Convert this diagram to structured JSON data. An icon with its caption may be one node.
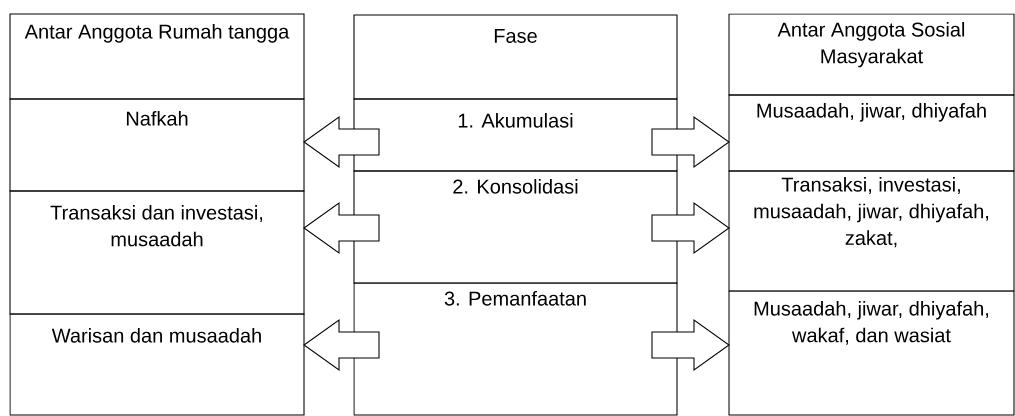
{
  "diagram": {
    "nodes": [
      {
        "text": [
          "Antar Anggota Rumah tangga"
        ]
      },
      {
        "text": [
          "Nafkah"
        ]
      },
      {
        "text": [
          "Transaksi dan investasi, musaadah"
        ]
      },
      {
        "text": [
          "Warisan dan musaadah"
        ]
      },
      {
        "text": [
          "Fase"
        ]
      },
      {
        "text": [
          "1. Akumulasi"
        ]
      },
      {
        "text": [
          "2. Konsolidasi"
        ]
      },
      {
        "text": [
          "3. Pemanfaatan"
        ]
      },
      {
        "text": [
          "Antar Anggota Sosial Masyarakat"
        ]
      },
      {
        "text": [
          "Musaadah, jiwar, dhiyafah"
        ]
      },
      {
        "text": [
          "Transaksi, investasi, musaadah, jiwar, dhiyafah, zakat,"
        ]
      },
      {
        "text": [
          "Musaadah, jiwar, dhiyafah, wakaf, dan wasiat"
        ]
      }
    ],
    "edges": [
      {
        "from": 5,
        "to": 1,
        "arrow": "to"
      },
      {
        "from": 5,
        "to": 9,
        "arrow": "to"
      },
      {
        "from": 6,
        "to": 2,
        "arrow": "to"
      },
      {
        "from": 6,
        "to": 10,
        "arrow": "to"
      },
      {
        "from": 7,
        "to": 3,
        "arrow": "to"
      },
      {
        "from": 7,
        "to": 11,
        "arrow": "to"
      }
    ]
  }
}
